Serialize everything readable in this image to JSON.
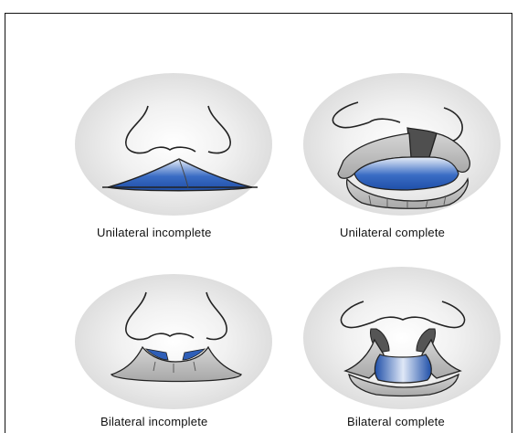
{
  "panels": [
    {
      "id": "unilateral-incomplete",
      "label": "Unilateral incomplete"
    },
    {
      "id": "unilateral-complete",
      "label": "Unilateral complete"
    },
    {
      "id": "bilateral-incomplete",
      "label": "Bilateral incomplete"
    },
    {
      "id": "bilateral-complete",
      "label": "Bilateral complete"
    }
  ],
  "colors": {
    "cleft_blue": "#2a5db8",
    "cleft_blue_light": "#e8eef8",
    "lip_gray": "#b5b5b5",
    "lip_dark": "#555555",
    "halo": "#e9e9e9",
    "outline": "#222222"
  }
}
